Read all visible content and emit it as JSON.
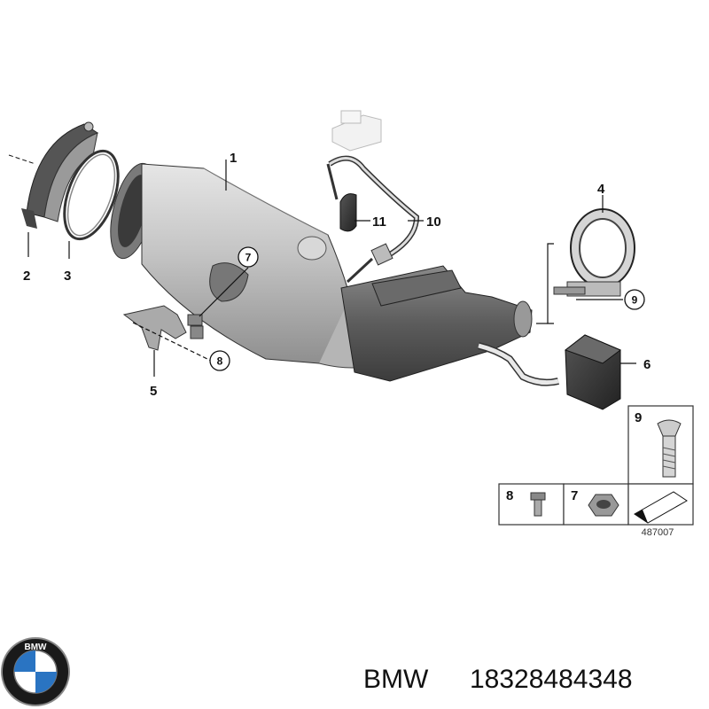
{
  "callouts": {
    "c1": "1",
    "c2": "2",
    "c3": "3",
    "c4": "4",
    "c5": "5",
    "c6": "6",
    "c7": "7",
    "c8": "8",
    "c9": "9",
    "c10": "10",
    "c11": "11"
  },
  "inset": {
    "n9": "9",
    "n8": "8",
    "n7": "7"
  },
  "diagram_code": "487007",
  "footer": {
    "brand": "BMW",
    "part_number": "18328484348"
  },
  "logo": {
    "letters": "BMW"
  }
}
